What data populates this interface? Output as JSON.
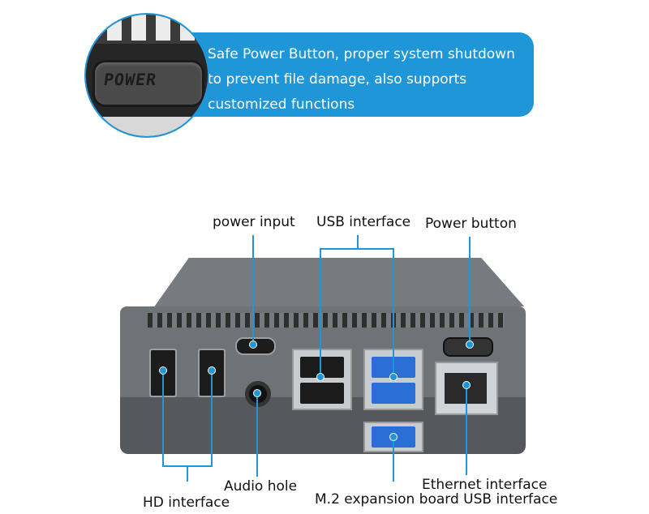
{
  "callout": {
    "zoom_text": "POWER",
    "description": "Safe Power Button, proper system shutdown to prevent file damage, also supports customized functions"
  },
  "labels": {
    "power_input": "power input",
    "usb_interface": "USB interface",
    "power_button": "Power button",
    "audio_hole": "Audio hole",
    "hd_interface": "HD interface",
    "ethernet_interface": "Ethernet interface",
    "m2_usb_interface": "M.2 expansion board USB interface"
  },
  "colors": {
    "accent": "#1e96d8",
    "case": "#6f7277",
    "usb3_slot": "#2a6fd6",
    "usb2_slot": "#1b1b1b"
  }
}
